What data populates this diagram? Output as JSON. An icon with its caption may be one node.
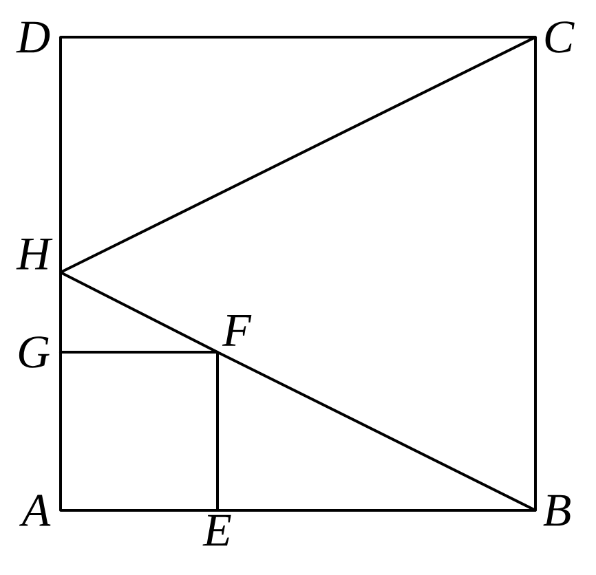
{
  "diagram": {
    "nodes": [
      {
        "text": [
          "D"
        ]
      },
      {
        "text": [
          "C"
        ]
      },
      {
        "text": [
          "H"
        ]
      },
      {
        "text": [
          "F"
        ]
      },
      {
        "text": [
          "G"
        ]
      },
      {
        "text": [
          "A"
        ]
      },
      {
        "text": [
          "E"
        ]
      },
      {
        "text": [
          "B"
        ]
      }
    ],
    "edges": [
      {
        "from": 0,
        "to": 1,
        "arrow": "none"
      },
      {
        "from": 1,
        "to": 7,
        "arrow": "none"
      },
      {
        "from": 0,
        "to": 2,
        "arrow": "none"
      },
      {
        "from": 2,
        "to": 4,
        "arrow": "none"
      },
      {
        "from": 4,
        "to": 5,
        "arrow": "none"
      },
      {
        "from": 5,
        "to": 6,
        "arrow": "none"
      },
      {
        "from": 6,
        "to": 7,
        "arrow": "none"
      },
      {
        "from": 2,
        "to": 1,
        "arrow": "none"
      },
      {
        "from": 2,
        "to": 3,
        "arrow": "none"
      },
      {
        "from": 3,
        "to": 7,
        "arrow": "none"
      },
      {
        "from": 4,
        "to": 3,
        "arrow": "none"
      },
      {
        "from": 3,
        "to": 6,
        "arrow": "none"
      }
    ]
  }
}
